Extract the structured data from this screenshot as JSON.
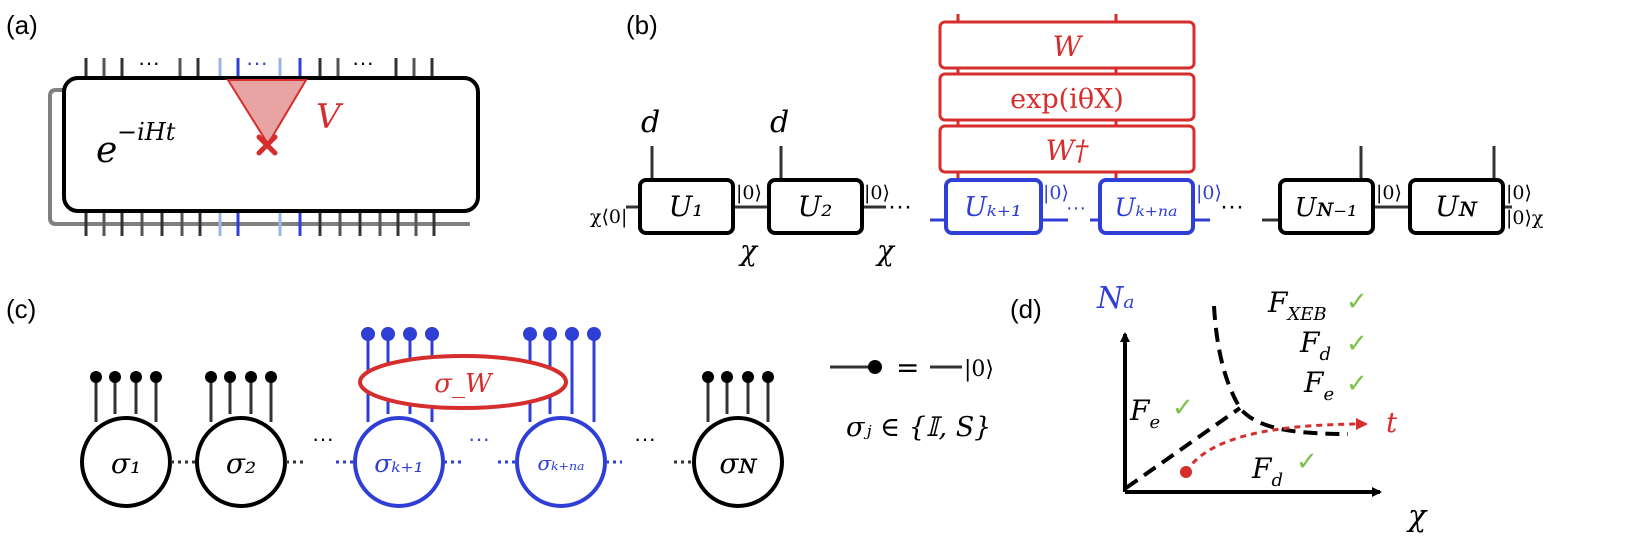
{
  "colors": {
    "black": "#000000",
    "blue": "#2f3fd6",
    "light_blue": "#9fb4e6",
    "red": "#d62d2d",
    "light_red": "#e8a3a3",
    "gray": "#808080",
    "green": "#7cc24a"
  },
  "panel_labels": {
    "a": "(a)",
    "b": "(b)",
    "c": "(c)",
    "d": "(d)"
  },
  "panel_a": {
    "dots": "···",
    "evolution": "e",
    "exponent": "−iHt",
    "perturbation": "V"
  },
  "panel_b": {
    "bond_dim": "d",
    "virtual_dim": "χ",
    "boundary_left": "χ⟨0|",
    "zero_ket": "|0⟩",
    "boundary_right_top": "|0⟩",
    "boundary_right_bottom": "|0⟩χ",
    "dots": "···",
    "gates": {
      "W": "W",
      "exp": "exp(iθX)",
      "W_dag": "W†"
    },
    "tensors": [
      "U₁",
      "U₂",
      "Uₖ₊₁",
      "Uₖ₊ₙₐ",
      "Uɴ₋₁",
      "Uɴ"
    ]
  },
  "panel_c": {
    "sigmas": [
      "σ₁",
      "σ₂",
      "σₖ₊₁",
      "σₖ₊ₙₐ",
      "σɴ"
    ],
    "sigma_W": "σ_W",
    "legend_eq": "=",
    "legend_ket": "|0⟩",
    "sigma_j_set": "σⱼ ∈ {𝕀, S}",
    "dots": "···"
  },
  "panel_d": {
    "y_axis_label": "Nₐ",
    "x_axis_label": "χ",
    "time_label": "t",
    "check": "✓",
    "regions": {
      "top_right": [
        "F_XEB",
        "F_d",
        "F_e"
      ],
      "left": "Fₑ",
      "bottom": "F_d"
    }
  }
}
